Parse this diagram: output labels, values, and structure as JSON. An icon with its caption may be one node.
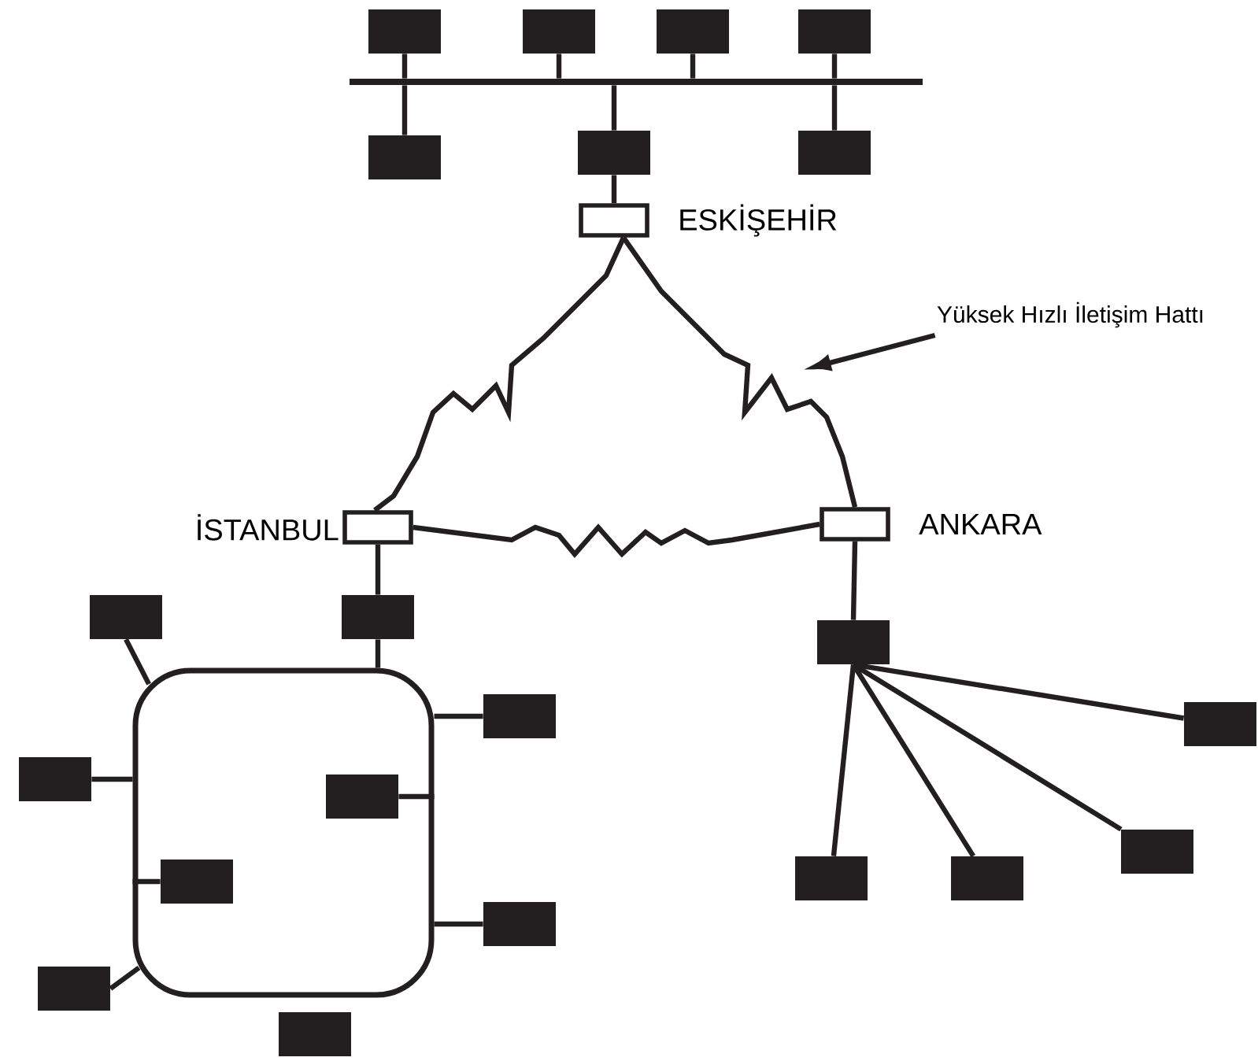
{
  "diagram": {
    "nodes": [
      {
        "text": [],
        "shape": "box"
      },
      {
        "text": [],
        "shape": "box"
      },
      {
        "text": [],
        "shape": "box"
      },
      {
        "text": [],
        "shape": "box"
      },
      {
        "text": [],
        "shape": "bar"
      },
      {
        "text": [],
        "shape": "box"
      },
      {
        "text": [],
        "shape": "box"
      },
      {
        "text": [],
        "shape": "box"
      },
      {
        "text": [
          "ESKİŞEHİR"
        ]
      },
      {
        "text": [
          "Yüksek Hızlı İletişim Hattı"
        ]
      },
      {
        "text": [
          "İSTANBUL"
        ]
      },
      {
        "text": [
          "ANKARA"
        ]
      },
      {
        "text": [],
        "shape": "box"
      },
      {
        "text": [],
        "shape": "box"
      },
      {
        "text": [],
        "shape": "box"
      },
      {
        "text": [],
        "shape": "box"
      },
      {
        "text": [],
        "shape": "box"
      },
      {
        "text": [],
        "shape": "box"
      },
      {
        "text": [],
        "shape": "box"
      },
      {
        "text": [],
        "shape": "box",
        "in": 15
      },
      {
        "text": [],
        "shape": "box"
      },
      {
        "text": [],
        "shape": "box",
        "in": 15
      },
      {
        "text": [],
        "shape": "box"
      },
      {
        "text": [],
        "shape": "box"
      },
      {
        "text": [],
        "shape": "box"
      },
      {
        "text": [],
        "shape": "box"
      },
      {
        "text": [],
        "shape": "box"
      }
    ],
    "edges": [
      {
        "from": 0,
        "to": 4,
        "arrow": "none"
      },
      {
        "from": 1,
        "to": 4,
        "arrow": "none"
      },
      {
        "from": 2,
        "to": 4,
        "arrow": "none"
      },
      {
        "from": 3,
        "to": 4,
        "arrow": "none"
      },
      {
        "from": 4,
        "to": 5,
        "arrow": "none"
      },
      {
        "from": 4,
        "to": 6,
        "arrow": "none"
      },
      {
        "from": 4,
        "to": 7,
        "arrow": "none"
      },
      {
        "from": 6,
        "to": 8,
        "arrow": "none"
      },
      {
        "from": 8,
        "to": 10,
        "arrow": "none"
      },
      {
        "from": 8,
        "to": 11,
        "arrow": "none"
      },
      {
        "from": 10,
        "to": 11,
        "arrow": "none"
      },
      {
        "from": 9,
        "to": null,
        "arrow": "to"
      },
      {
        "from": 10,
        "to": 13,
        "arrow": "none"
      },
      {
        "from": 13,
        "to": 15,
        "arrow": "none"
      },
      {
        "from": 12,
        "to": 15,
        "arrow": "none"
      },
      {
        "from": 18,
        "to": 15,
        "arrow": "none"
      },
      {
        "from": 16,
        "to": 15,
        "arrow": "none"
      },
      {
        "from": 19,
        "to": 15,
        "arrow": "none"
      },
      {
        "from": 21,
        "to": 15,
        "arrow": "none"
      },
      {
        "from": 24,
        "to": 15,
        "arrow": "none"
      },
      {
        "from": 25,
        "to": 15,
        "arrow": "none"
      },
      {
        "from": 11,
        "to": 14,
        "arrow": "none"
      },
      {
        "from": 14,
        "to": 17,
        "arrow": "none"
      },
      {
        "from": 14,
        "to": 20,
        "arrow": "none"
      },
      {
        "from": 14,
        "to": 23,
        "arrow": "none"
      },
      {
        "from": 14,
        "to": 22,
        "arrow": "none"
      }
    ]
  }
}
